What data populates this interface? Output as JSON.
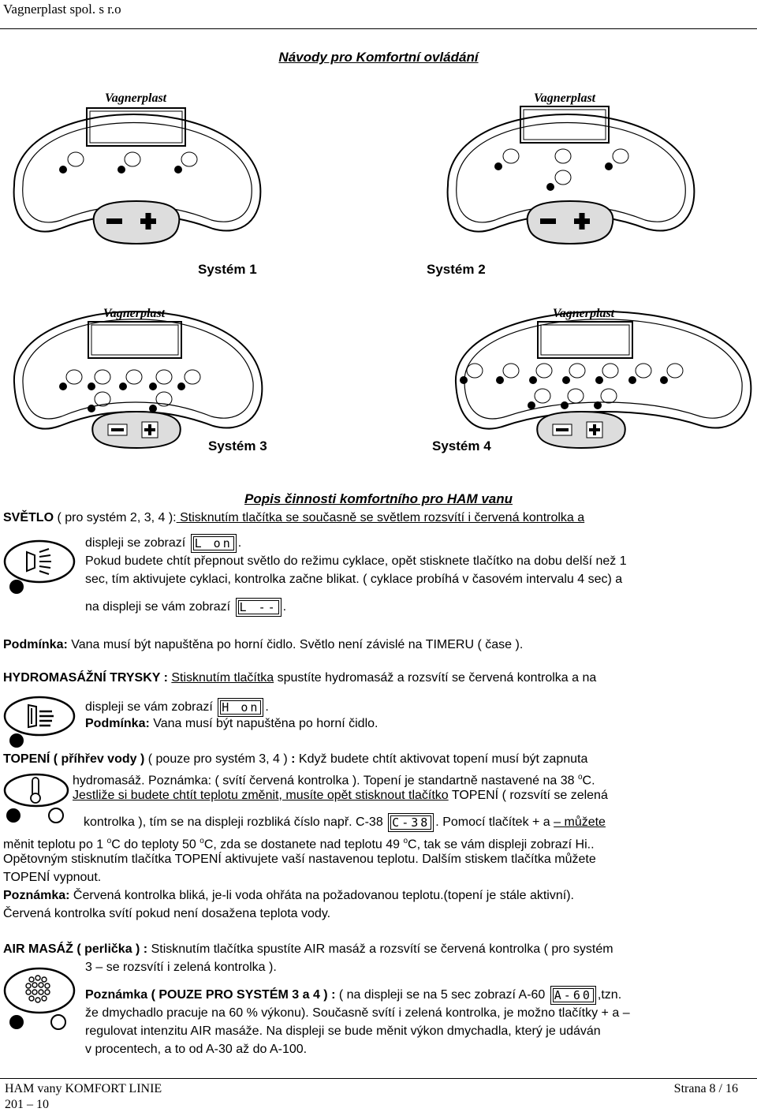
{
  "header": {
    "company": "Vagnerplast spol. s r.o"
  },
  "title": "Návody pro Komfortní ovládání",
  "panels": {
    "brand": "Vagnerplast",
    "system1": "Systém 1",
    "system2": "Systém 2",
    "system3": "Systém 3",
    "system4": "Systém 4",
    "minus": "−",
    "plus": "+"
  },
  "subtitle": "Popis činnosti komfortního  pro HAM vanu",
  "light": {
    "heading": "SVĚTLO",
    "heading_rest": " ( pro systém 2, 3, 4 ):",
    "line1_u": " Stisknutím tlačítka se současně se světlem rozsvítí i červená kontrolka a",
    "line2": "displeji se zobrazí",
    "display1": "L on",
    "line2_end": ".",
    "line3": "Pokud budete chtít přepnout světlo do režimu cyklace, opět stisknete tlačítko na dobu delší než 1",
    "line4": "sec, tím aktivujete cyklaci, kontrolka začne blikat.  ( cyklace probíhá v časovém intervalu 4 sec) a",
    "line5": "na displeji se vám zobrazí",
    "display2": "L --",
    "line5_end": ".",
    "cond_label": "Podmínka:",
    "cond_text": " Vana musí být napuštěna po horní čidlo. Světlo není závislé na TIMERU ( čase )."
  },
  "hydro": {
    "heading": "HYDROMASÁŽNÍ TRYSKY :",
    "line1_u": "Stisknutím tlačítka",
    "line1_rest": " spustíte hydromasáž a rozsvítí se červená kontrolka a na",
    "line2": "displeji se vám zobrazí",
    "display": "H on",
    "line2_end": ".",
    "cond_label": "Podmínka:",
    "cond_text": " Vana musí být napuštěna po horní čidlo."
  },
  "heat": {
    "heading": "TOPENÍ ( příhřev vody )",
    "line1_rest": "  ( pouze pro systém 3, 4 ) ",
    "line1_colon": ":",
    "line1_end": " Když budete chtít aktivovat topení musí být zapnuta",
    "line2": "hydromasáž. Poznámka: ( svítí červená kontrolka ). Topení je standartně nastavené na 38 ",
    "line2_sup": "o",
    "line2_end": "C.",
    "line3_u": "Jestliže si budete chtít teplotu změnit, musíte opět stisknout tlačítko",
    "line3_rest": " TOPENÍ ( rozsvítí se zelená",
    "line4": "kontrolka ), tím se na displeji rozbliká číslo např. C-38",
    "display": "C-38",
    "line4_end": ". Pomocí tlačítek + a ",
    "line4_u": "– můžete",
    "line5a": "měnit teplotu po 1 ",
    "line5b": "C do teploty 50 ",
    "line5c": "C, zda se dostanete nad teplotu 49 ",
    "line5d": "C, tak se vám displeji zobrazí Hi..",
    "line6": "Opětovným stisknutím tlačítka TOPENÍ aktivujete vaší nastavenou teplotu. Dalším stiskem tlačítka můžete",
    "line7": "TOPENÍ vypnout.",
    "note_label": "Poznámka:",
    "note_text": " Červená kontrolka bliká, je-li voda ohřáta na požadovanou teplotu.(topení je stále aktivní).",
    "line9": "Červená kontrolka svítí pokud není dosažena teplota vody."
  },
  "air": {
    "heading": "AIR MASÁŽ ( perlička ) :",
    "line1_rest": " Stisknutím tlačítka spustíte AIR masáž a rozsvítí se červená kontrolka ( pro systém",
    "line2": "3 – se rozsvítí i zelená kontrolka ).",
    "note_label": "Poznámka ( POUZE PRO SYSTÉM 3 a 4 ) :",
    "note_text": " ( na displeji se na  5 sec zobrazí A-60",
    "display": "A-60",
    "note_end": ",tzn.",
    "line4": "že dmychadlo pracuje na 60 % výkonu). Současně svítí i zelená kontrolka, je možno tlačítky + a –",
    "line5": "regulovat intenzitu AIR masáže. Na displeji se bude měnit výkon dmychadla, který je udáván",
    "line6": "v procentech, a to od A-30 až do A-100."
  },
  "footer": {
    "doc": "HAM vany KOMFORT  LINIE",
    "date": "201 – 10",
    "page": "Strana 8 / 16"
  }
}
